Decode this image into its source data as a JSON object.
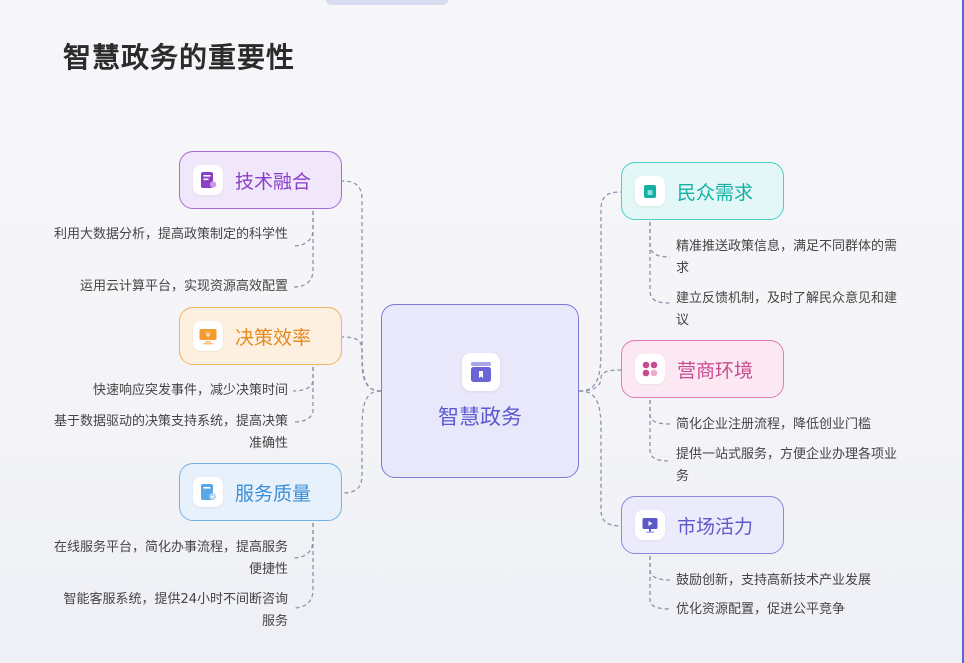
{
  "title": "智慧政务的重要性",
  "center": {
    "label": "智慧政务",
    "icon": "folder-icon"
  },
  "left_branches": [
    {
      "label": "技术融合",
      "icon": "document-icon",
      "color": "#8a3fc6",
      "items": [
        "利用大数据分析，提高政策制定的科学性",
        "运用云计算平台，实现资源高效配置"
      ]
    },
    {
      "label": "决策效率",
      "icon": "monitor-icon",
      "color": "#e58a1d",
      "items": [
        "快速响应突发事件，减少决策时间",
        "基于数据驱动的决策支持系统，提高决策准确性"
      ]
    },
    {
      "label": "服务质量",
      "icon": "file-check-icon",
      "color": "#3c8fd6",
      "items": [
        "在线服务平台，简化办事流程，提高服务便捷性",
        "智能客服系统，提供24小时不间断咨询服务"
      ]
    }
  ],
  "right_branches": [
    {
      "label": "民众需求",
      "icon": "shopping-bag-icon",
      "color": "#14b0a6",
      "items": [
        "精准推送政策信息，满足不同群体的需求",
        "建立反馈机制，及时了解民众意见和建议"
      ]
    },
    {
      "label": "营商环境",
      "icon": "apps-grid-icon",
      "color": "#c84b90",
      "items": [
        "简化企业注册流程，降低创业门槛",
        "提供一站式服务，方便企业办理各项业务"
      ]
    },
    {
      "label": "市场活力",
      "icon": "presentation-icon",
      "color": "#5e59c9",
      "items": [
        "鼓励创新，支持高新技术产业发展",
        "优化资源配置，促进公平竞争"
      ]
    }
  ]
}
